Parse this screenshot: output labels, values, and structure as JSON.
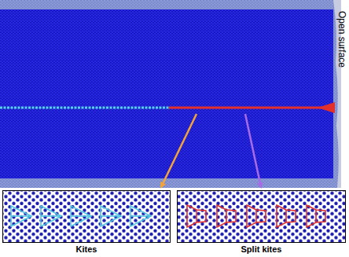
{
  "diagram": {
    "nodes": [
      {
        "text": [
          "Kites"
        ]
      },
      {
        "text": [
          "Split kites"
        ]
      }
    ],
    "labels": [
      "Open surface"
    ]
  }
}
